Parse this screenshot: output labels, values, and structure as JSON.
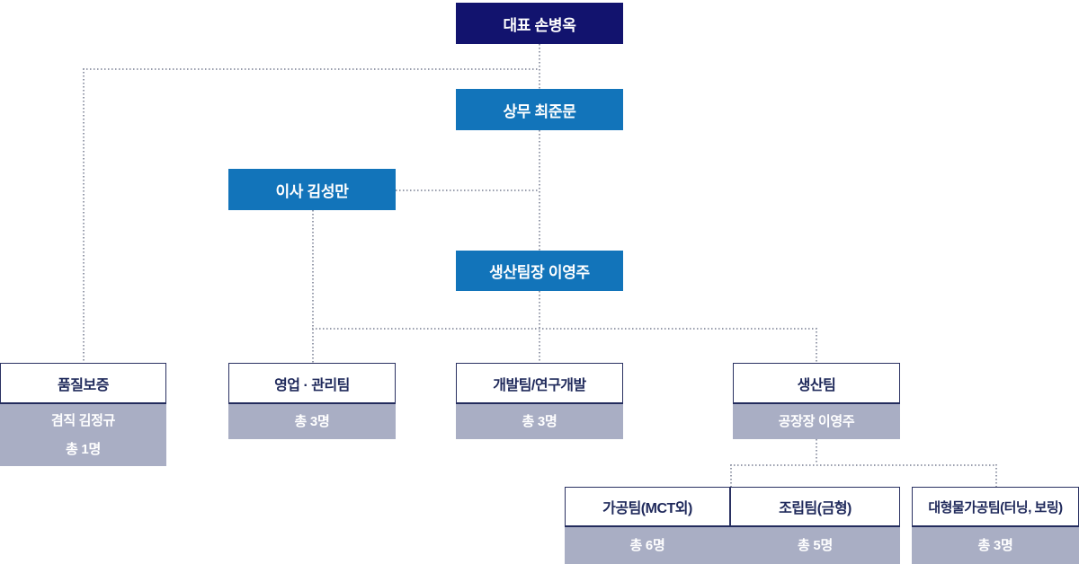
{
  "colors": {
    "ceo_box": "#12136e",
    "manager_box": "#1274ba",
    "dept_header_bg": "#ffffff",
    "dept_header_border": "#2a3162",
    "dept_header_text": "#1f295b",
    "dept_body_bg": "#a9aec4",
    "dept_body_text": "#ffffff",
    "connector": "#989dac",
    "background": "#ffffff"
  },
  "org": {
    "leadership": [
      {
        "id": "ceo",
        "label": "대표 손병옥"
      },
      {
        "id": "managing-director",
        "label": "상무 최준문"
      },
      {
        "id": "director",
        "label": "이사 김성만"
      },
      {
        "id": "production-lead",
        "label": "생산팀장 이영주"
      }
    ],
    "departments": [
      {
        "id": "quality-assurance",
        "title": "품질보증",
        "lines": [
          "겸직 김정규",
          "총 1명"
        ]
      },
      {
        "id": "sales-admin",
        "title": "영업 · 관리팀",
        "lines": [
          "총 3명"
        ]
      },
      {
        "id": "dev-rnd",
        "title": "개발팀/연구개발",
        "lines": [
          "총 3명"
        ]
      },
      {
        "id": "production",
        "title": "생산팀",
        "lines": [
          "공장장 이영주"
        ]
      },
      {
        "id": "machining",
        "title": "가공팀(MCT외)",
        "lines": [
          "총 6명"
        ]
      },
      {
        "id": "assembly",
        "title": "조립팀(금형)",
        "lines": [
          "총 5명"
        ]
      },
      {
        "id": "large-machining",
        "title": "대형물가공팀(터닝, 보링)",
        "lines": [
          "총 3명"
        ]
      }
    ]
  }
}
